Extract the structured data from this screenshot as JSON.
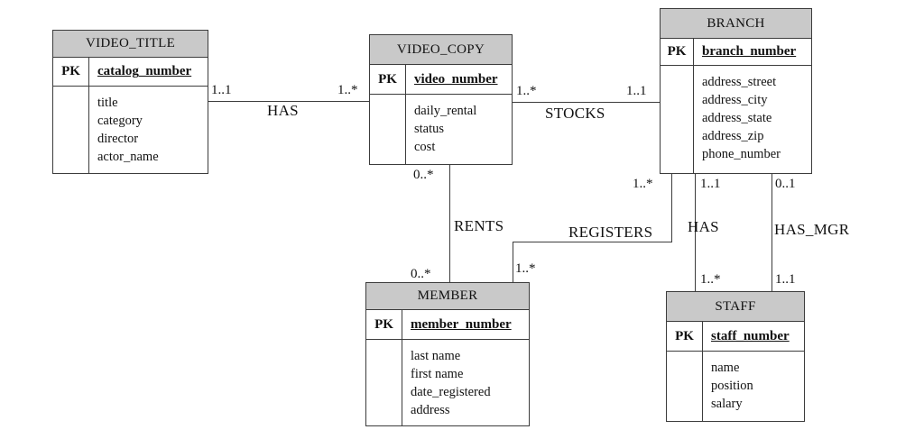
{
  "diagram_type": "entity-relationship-diagram",
  "colors": {
    "entity_header_fill": "#c9c9c9",
    "entity_body_fill": "#ffffff",
    "border_and_lines": "#3c3c3c",
    "text": "#111111",
    "background": "#ffffff"
  },
  "entities": [
    {
      "name": "VIDEO_TITLE",
      "pk_label": "PK",
      "pk": "catalog_number",
      "attributes": [
        "title",
        "category",
        "director",
        "actor_name"
      ]
    },
    {
      "name": "VIDEO_COPY",
      "pk_label": "PK",
      "pk": "video_number",
      "attributes": [
        "daily_rental",
        "status",
        "cost"
      ]
    },
    {
      "name": "BRANCH",
      "pk_label": "PK",
      "pk": "branch_number",
      "attributes": [
        "address_street",
        "address_city",
        "address_state",
        "address_zip",
        "phone_number"
      ]
    },
    {
      "name": "MEMBER",
      "pk_label": "PK",
      "pk": "member_number",
      "attributes": [
        "last name",
        "first name",
        "date_registered",
        "address"
      ]
    },
    {
      "name": "STAFF",
      "pk_label": "PK",
      "pk": "staff_number",
      "attributes": [
        "name",
        "position",
        "salary"
      ]
    }
  ],
  "relationships": [
    {
      "name": "HAS",
      "from": "VIDEO_TITLE",
      "to": "VIDEO_COPY",
      "card_from": "1..1",
      "card_to": "1..*"
    },
    {
      "name": "STOCKS",
      "from": "VIDEO_COPY",
      "to": "BRANCH",
      "card_from": "1..*",
      "card_to": "1..1"
    },
    {
      "name": "RENTS",
      "from": "VIDEO_COPY",
      "to": "MEMBER",
      "card_from": "0..*",
      "card_to": "0..*"
    },
    {
      "name": "REGISTERS",
      "from": "BRANCH",
      "to": "MEMBER",
      "card_from": "1..*",
      "card_to": "1..*"
    },
    {
      "name": "HAS",
      "from": "BRANCH",
      "to": "STAFF",
      "card_from": "1..1",
      "card_to": "1..*"
    },
    {
      "name": "HAS_MGR",
      "from": "BRANCH",
      "to": "STAFF",
      "card_from": "0..1",
      "card_to": "1..1"
    }
  ]
}
